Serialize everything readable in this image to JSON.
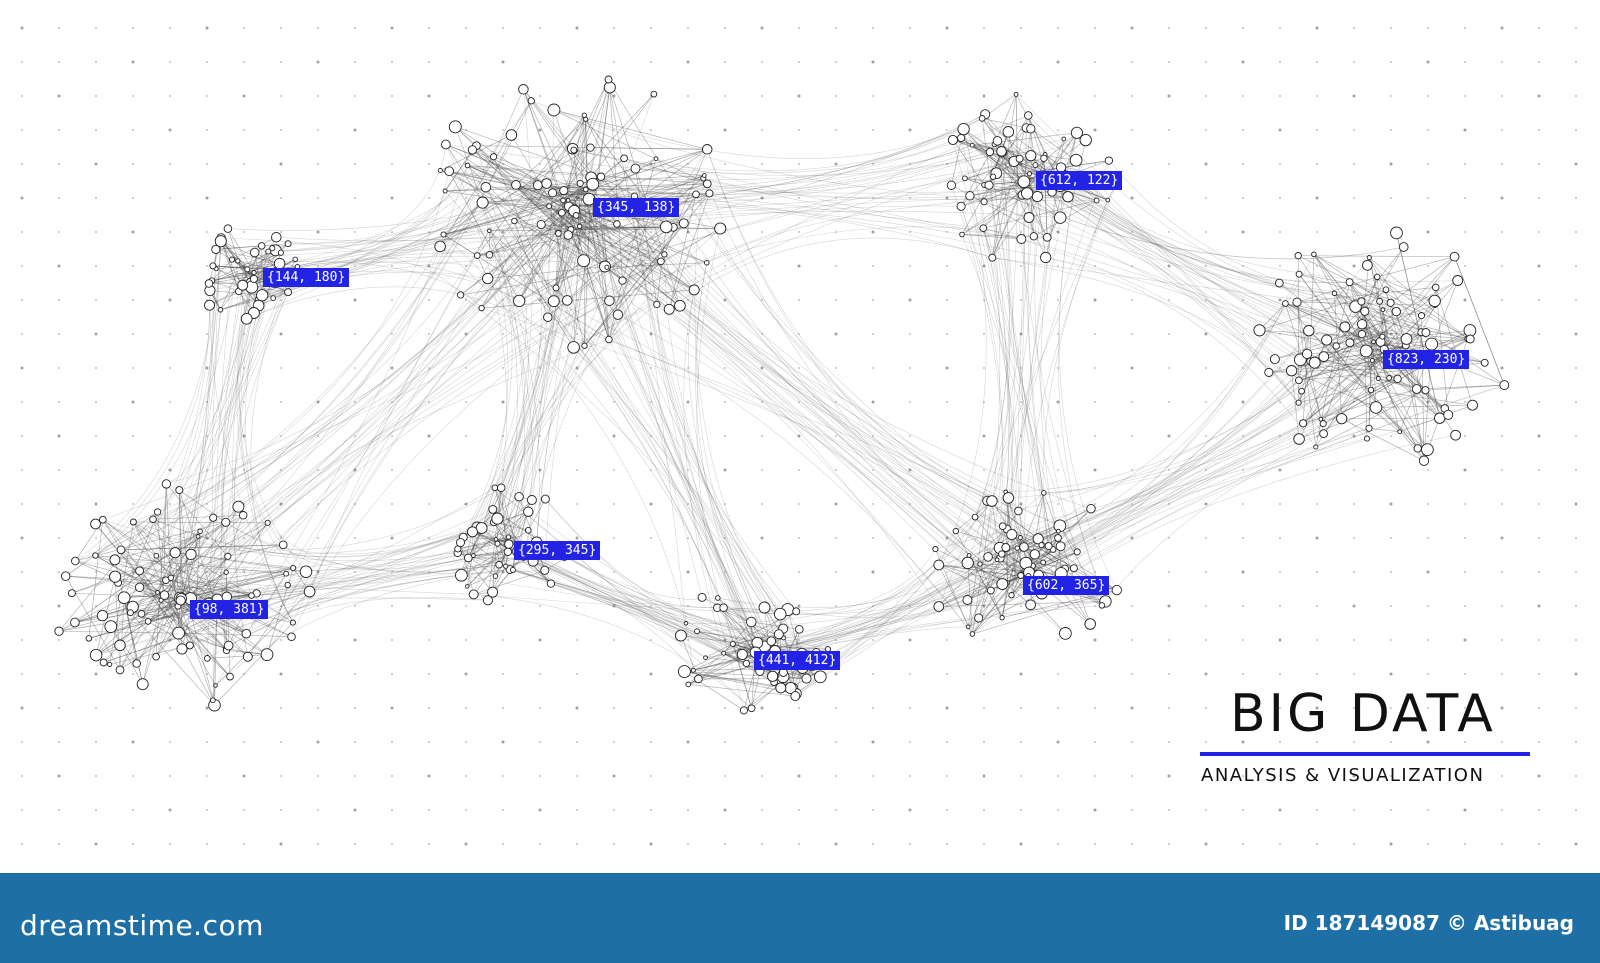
{
  "clusters": [
    {
      "label": "{144, 180}"
    },
    {
      "label": "{345, 138}"
    },
    {
      "label": "{612, 122}"
    },
    {
      "label": "{823, 230}"
    },
    {
      "label": "{98, 381}"
    },
    {
      "label": "{295, 345}"
    },
    {
      "label": "{602, 365}"
    },
    {
      "label": "{441, 412}"
    }
  ],
  "title": "BIG DATA",
  "subtitle": "ANALYSIS & VISUALIZATION",
  "footer": {
    "brand": "dreamstime.com",
    "credit": "ID 187149087 © Astibuag"
  },
  "colors": {
    "accent": "#2323e6",
    "footer": "#1d6fa5",
    "edge": "#444444",
    "dot": "#777777"
  }
}
